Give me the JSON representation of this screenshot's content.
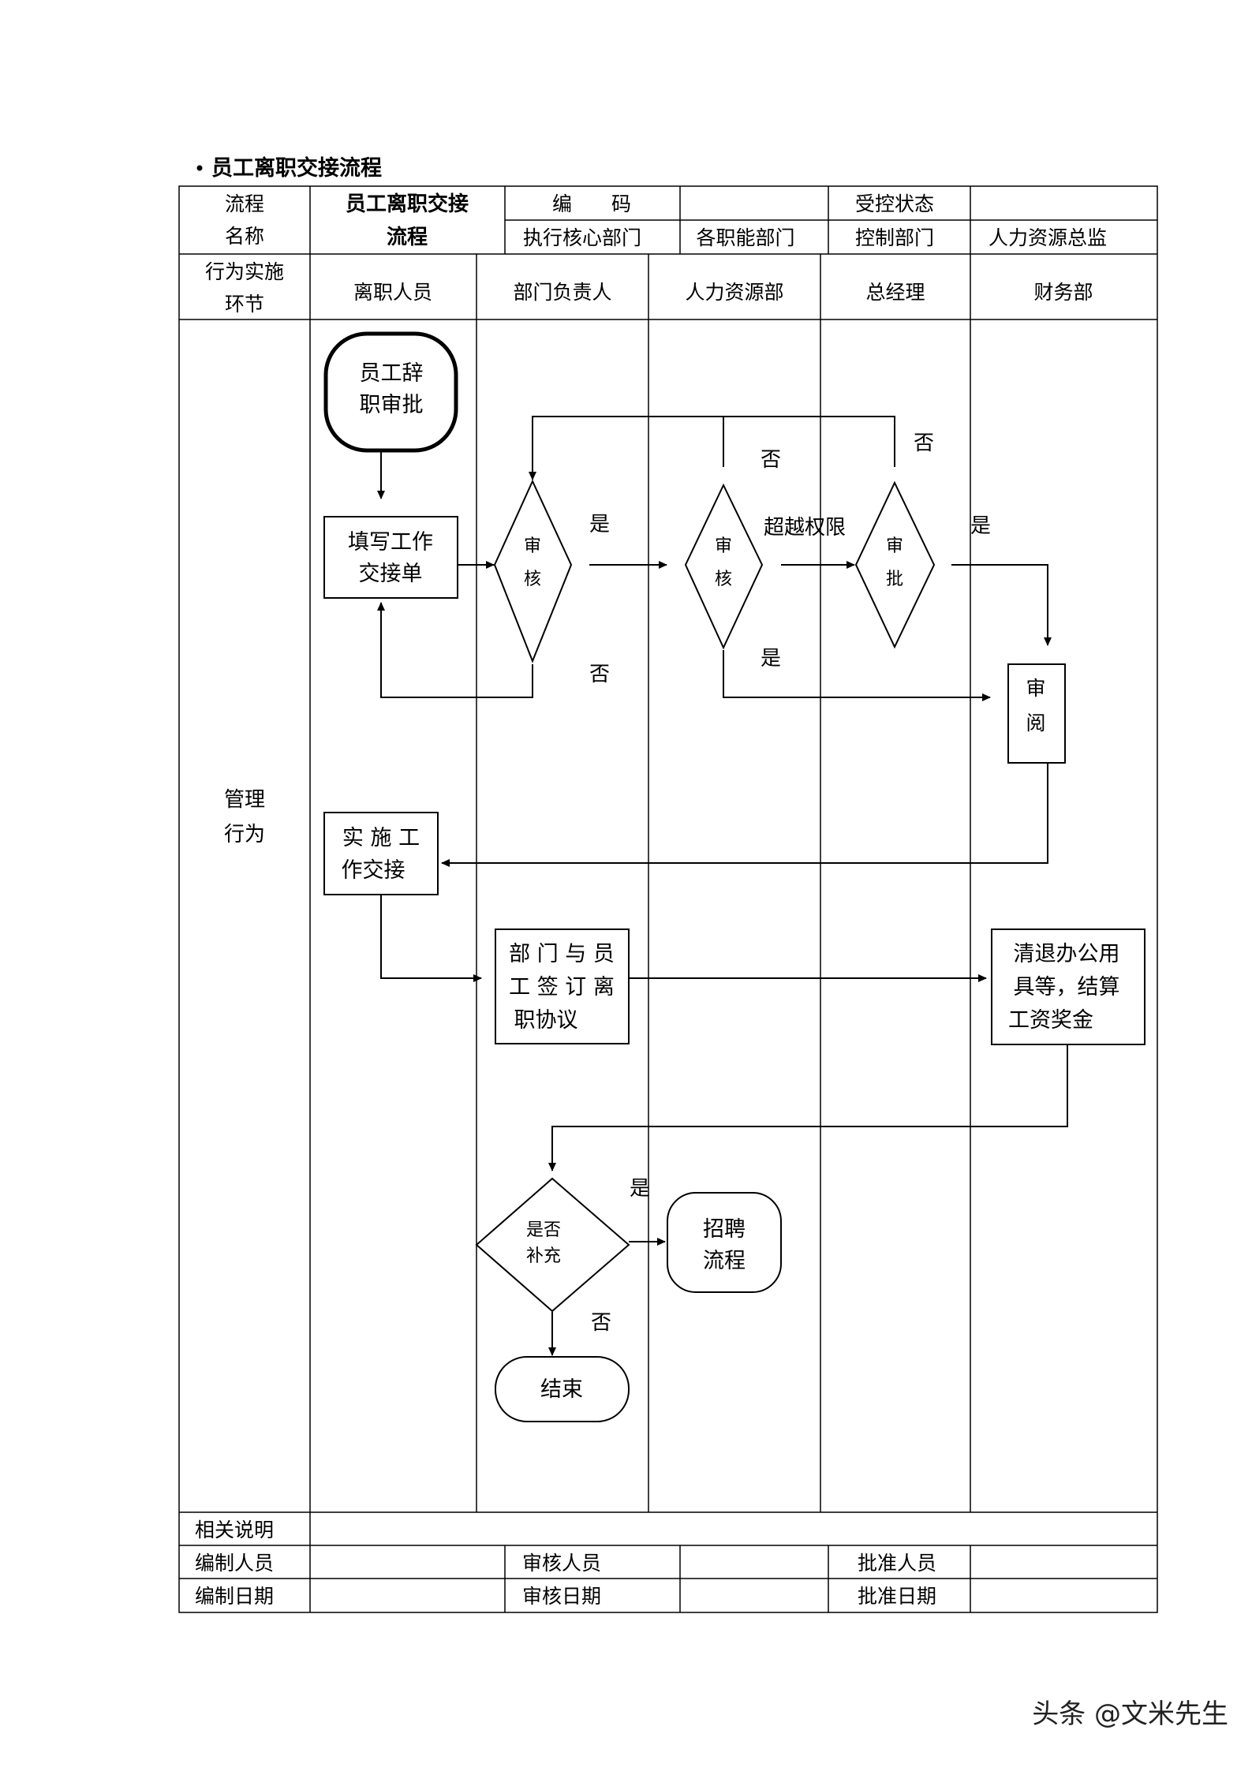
{
  "page_title": "员工离职交接流程",
  "header": {
    "flow_name_label_1": "流程",
    "flow_name_label_2": "名称",
    "flow_name_value_1": "员工离职交接",
    "flow_name_value_2": "流程",
    "code_label": "编　　码",
    "controlled_status_label": "受控状态",
    "exec_dept_label": "执行核心部门",
    "functional_dept_label": "各职能部门",
    "control_dept_label": "控制部门",
    "control_dept_value": "人力资源总监"
  },
  "lanes": {
    "row_label_1": "行为实施",
    "row_label_2": "环节",
    "lane_1": "离职人员",
    "lane_2": "部门负责人",
    "lane_3": "人力资源部",
    "lane_4": "总经理",
    "lane_5": "财务部"
  },
  "body_label_1": "管理",
  "body_label_2": "行为",
  "nodes": {
    "start_1": "员工辞",
    "start_2": "职审批",
    "fill_form_1": "填写工作",
    "fill_form_2": "交接单",
    "review_1_a": "审",
    "review_1_b": "核",
    "review_2_a": "审",
    "review_2_b": "核",
    "approve_a": "审",
    "approve_b": "批",
    "read_a": "审",
    "read_b": "阅",
    "handover_1": "实 施 工",
    "handover_2": "作交接",
    "agreement_1": "部 门 与 员",
    "agreement_2": "工 签 订 离",
    "agreement_3": "职协议",
    "settle_1": "清退办公用",
    "settle_2": "具等，结算",
    "settle_3": "工资奖金",
    "refill_a": "是否",
    "refill_b": "补充",
    "recruit_1": "招聘",
    "recruit_2": "流程",
    "end": "结束"
  },
  "edge_labels": {
    "yes_review1": "是",
    "no_review1": "否",
    "no_review2": "否",
    "exceed": "超越权限",
    "yes_review2": "是",
    "no_approve": "否",
    "yes_approve": "是",
    "yes_refill": "是",
    "no_refill": "否"
  },
  "footer": {
    "notes_label": "相关说明",
    "prepared_by_label": "编制人员",
    "reviewed_by_label": "审核人员",
    "approved_by_label": "批准人员",
    "prepared_date_label": "编制日期",
    "reviewed_date_label": "审核日期",
    "approved_date_label": "批准日期"
  },
  "watermark": "头条 @文米先生"
}
